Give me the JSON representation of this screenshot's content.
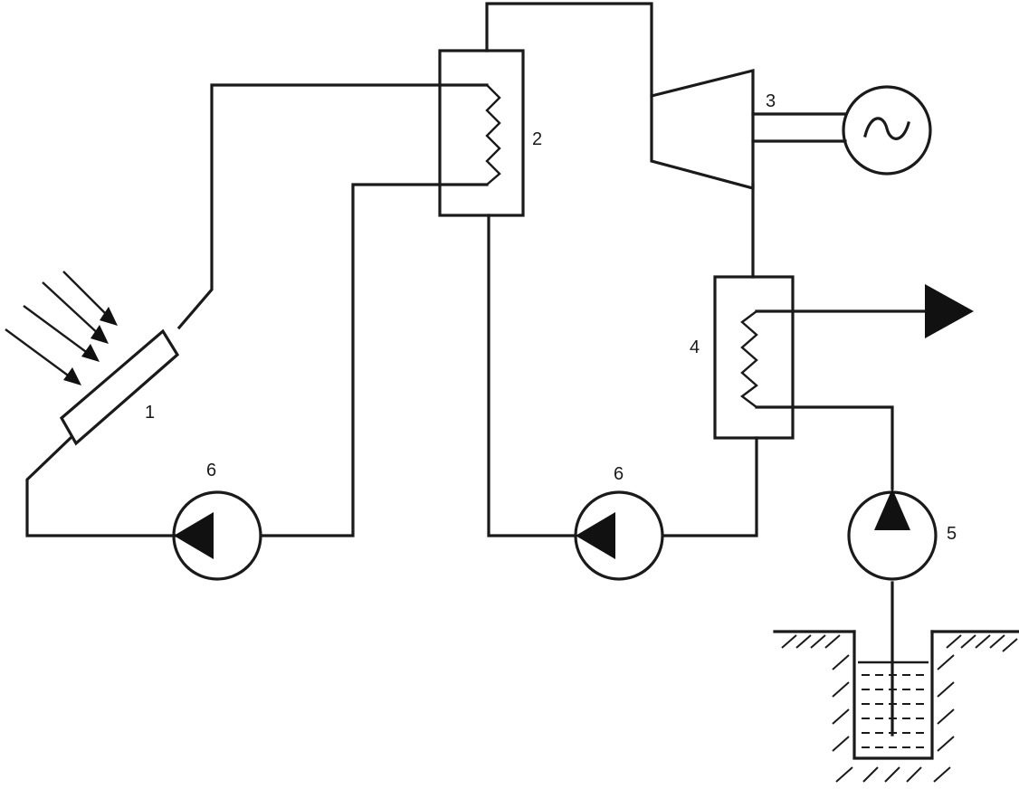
{
  "labels": {
    "collector": "1",
    "heat_exchanger": "2",
    "turbine": "3",
    "condenser": "4",
    "well_pump": "5",
    "pump_left": "6",
    "pump_right": "6"
  },
  "colors": {
    "line": "#1a1a1a",
    "background": "#ffffff"
  },
  "icons": {
    "generator": "alternating-current-symbol",
    "output": "arrow-right"
  }
}
